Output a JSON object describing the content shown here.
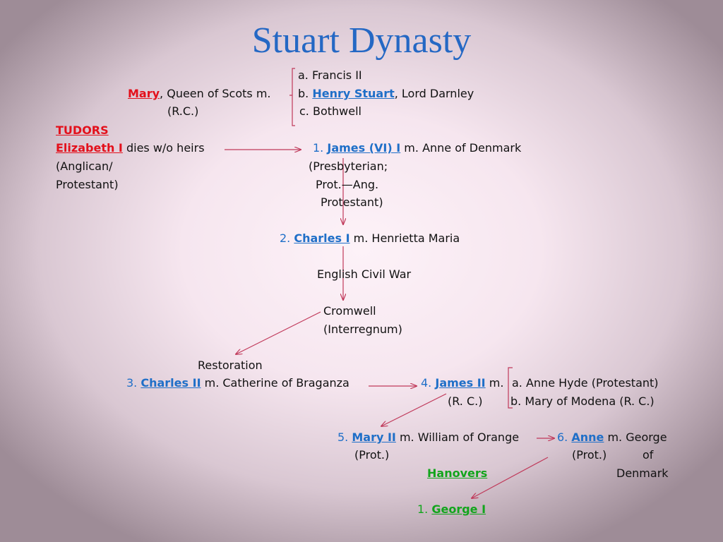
{
  "title": "Stuart Dynasty",
  "mary_group": {
    "husbands": [
      "a. Francis II",
      "Henry Stuart",
      "c. Bothwell"
    ],
    "b_prefix": "b. ",
    "b_suffix": ", Lord Darnley",
    "mary": "Mary",
    "mary_suffix": ", Queen of Scots m.",
    "religion": "(R.C.)"
  },
  "tudors": {
    "label": "TUDORS",
    "elizabeth": "Elizabeth I",
    "elizabeth_suffix": " dies w/o heirs",
    "religion_1": "(Anglican/",
    "religion_2": "Protestant)"
  },
  "james1": {
    "num": "1. ",
    "name": "James (VI) I",
    "suffix": " m. Anne of Denmark",
    "religion": [
      "(Presbyterian;",
      "Prot.—Ang.",
      "Protestant)"
    ]
  },
  "charles1": {
    "num": "2. ",
    "name": "Charles I",
    "suffix": " m. Henrietta Maria"
  },
  "civil_war": "English Civil War",
  "cromwell": [
    "Cromwell",
    "(Interregnum)"
  ],
  "restoration": "Restoration",
  "charles2": {
    "num": "3. ",
    "name": "Charles II",
    "suffix": " m. Catherine of Braganza"
  },
  "james2": {
    "num": "4. ",
    "name": "James II",
    "suffix": " m.",
    "religion": "(R. C.)",
    "wives": [
      "a. Anne Hyde (Protestant)",
      "b. Mary of Modena (R. C.)"
    ]
  },
  "mary2": {
    "num": "5. ",
    "name": "Mary II",
    "suffix": " m. William of Orange",
    "religion": "(Prot.)"
  },
  "anne": {
    "num": "6. ",
    "name": "Anne",
    "suffix": " m. George",
    "religion": "(Prot.)",
    "of": "of",
    "denmark": "Denmark"
  },
  "hanovers": "Hanovers",
  "george1": {
    "num": "1.  ",
    "name": "George  I"
  },
  "colors": {
    "title": "#2468c4",
    "name_blue": "#1f6fc8",
    "name_red": "#e3101b",
    "name_green": "#12a51c",
    "arrow": "#c0395a"
  }
}
